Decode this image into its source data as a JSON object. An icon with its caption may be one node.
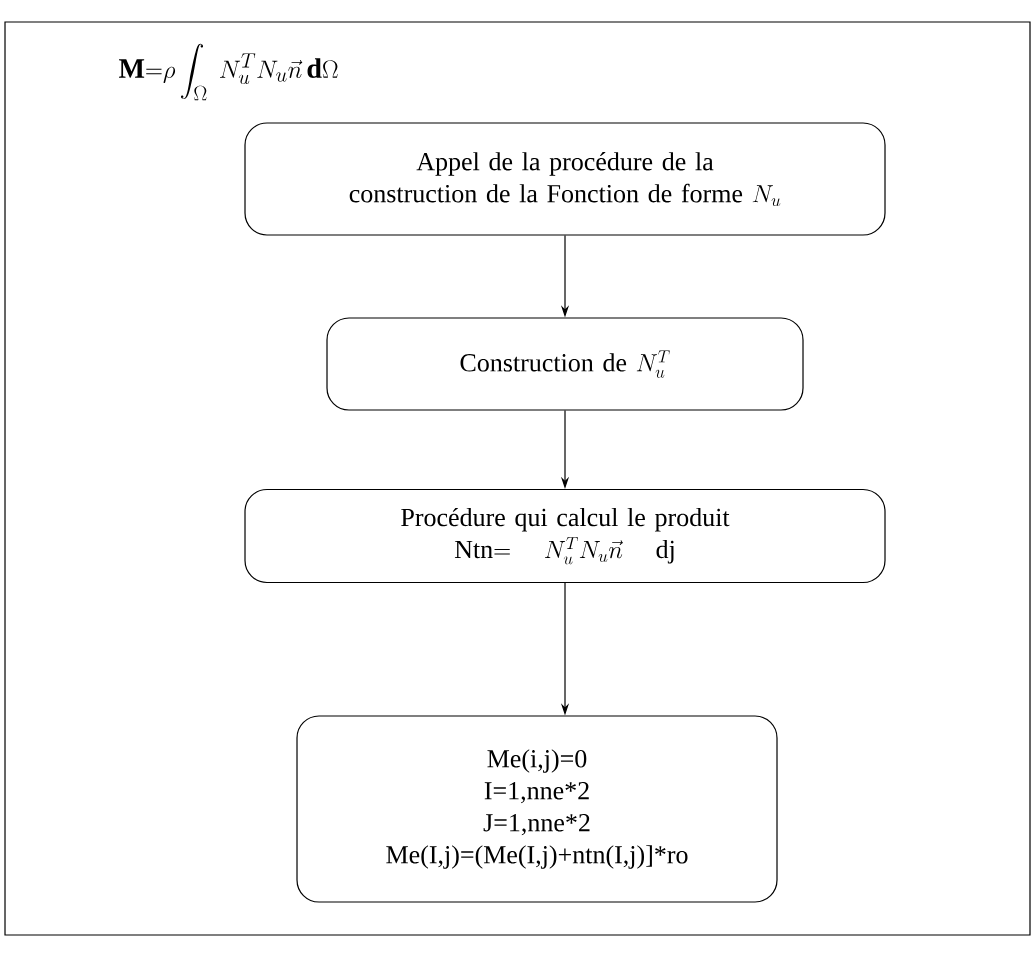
{
  "diagram": {
    "title": "\\mathbf{M}{=}\\rho\\int_{\\Omega}\\; N_u^T N_u \\vec{n}\\,\\mathbf{d}\\Omega",
    "nodes": [
      {
        "text": [
          "Appel de la procédure de la construction de la Fonction de forme",
          "N_u"
        ]
      },
      {
        "text": [
          "Construction de",
          "N_u^T"
        ]
      },
      {
        "text": [
          "Procédure qui calcul le produit",
          "\\mathrm{Ntn}{=}\\; N_u^T N_u \\vec{n}\\; \\mathrm{dj}"
        ]
      },
      {
        "text": [
          "Me(i,j)=0",
          "I=1,nne*2",
          "J=1,nne*2",
          "Me(I,j)=(Me(I,j)+ntn(I,j)]*ro"
        ]
      }
    ],
    "edges": [
      {
        "from": 0,
        "to": 1,
        "arrow": "to"
      },
      {
        "from": 1,
        "to": 2,
        "arrow": "to"
      },
      {
        "from": 2,
        "to": 3,
        "arrow": "to"
      }
    ]
  }
}
